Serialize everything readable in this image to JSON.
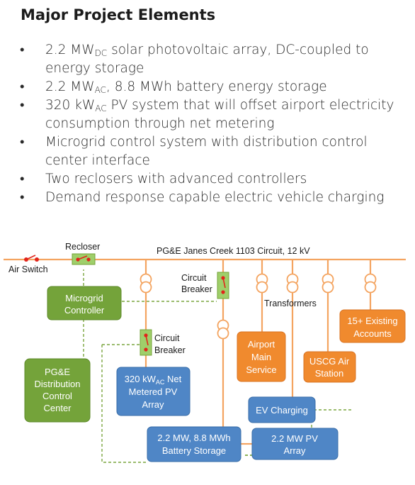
{
  "title": "Major Project Elements",
  "bullets": [
    {
      "parts": [
        {
          "t": "2.2 MW"
        },
        {
          "t": "DC",
          "sub": true
        },
        {
          "t": " solar photovoltaic array, DC-coupled to energy storage"
        }
      ]
    },
    {
      "parts": [
        {
          "t": "2.2 MW"
        },
        {
          "t": "AC",
          "sub": true
        },
        {
          "t": ", 8.8 MWh battery energy storage"
        }
      ]
    },
    {
      "parts": [
        {
          "t": "320 kW"
        },
        {
          "t": "AC",
          "sub": true
        },
        {
          "t": " PV system that will offset airport electricity consumption through net metering"
        }
      ]
    },
    {
      "parts": [
        {
          "t": "Microgrid control system with distribution control center interface"
        }
      ]
    },
    {
      "parts": [
        {
          "t": "Two reclosers with advanced controllers"
        }
      ]
    },
    {
      "parts": [
        {
          "t": "Demand response capable electric vehicle charging"
        }
      ]
    }
  ],
  "bullet_char": "•",
  "diagram": {
    "circuit_label": "PG&E Janes Creek 1103 Circuit, 12 kV",
    "recloser_label": "Recloser",
    "air_switch_label": "Air Switch",
    "transformers_label": "Transformers",
    "circuit_breaker_1": [
      "Circuit",
      "Breaker"
    ],
    "circuit_breaker_2": [
      "Circuit",
      "Breaker"
    ],
    "microgrid_controller": [
      "Microgrid",
      "Controller"
    ],
    "pge_center": [
      "PG&E",
      "Distribution",
      "Control",
      "Center"
    ],
    "net_metered_pv": {
      "line1_pre": "320 kW",
      "line1_sub": "AC",
      "line1_post": " Net",
      "line2": "Metered PV",
      "line3": "Array"
    },
    "airport_main": [
      "Airport",
      "Main",
      "Service"
    ],
    "uscg_air": [
      "USCG Air",
      "Station"
    ],
    "existing_accounts": [
      "15+ Existing",
      "Accounts"
    ],
    "ev_charging": "EV Charging",
    "battery_storage": [
      "2.2 MW, 8.8 MWh",
      "Battery Storage"
    ],
    "pv_array": [
      "2.2 MW PV",
      "Array"
    ]
  },
  "colors": {
    "line_orange": "#f4a460",
    "orange_box": "#f08a2e",
    "blue_box": "#4f86c6",
    "green_box": "#74a33a",
    "dashed_green": "#7aa63e",
    "switch_red": "#e2231a",
    "switch_fill": "#9fcf6a"
  }
}
